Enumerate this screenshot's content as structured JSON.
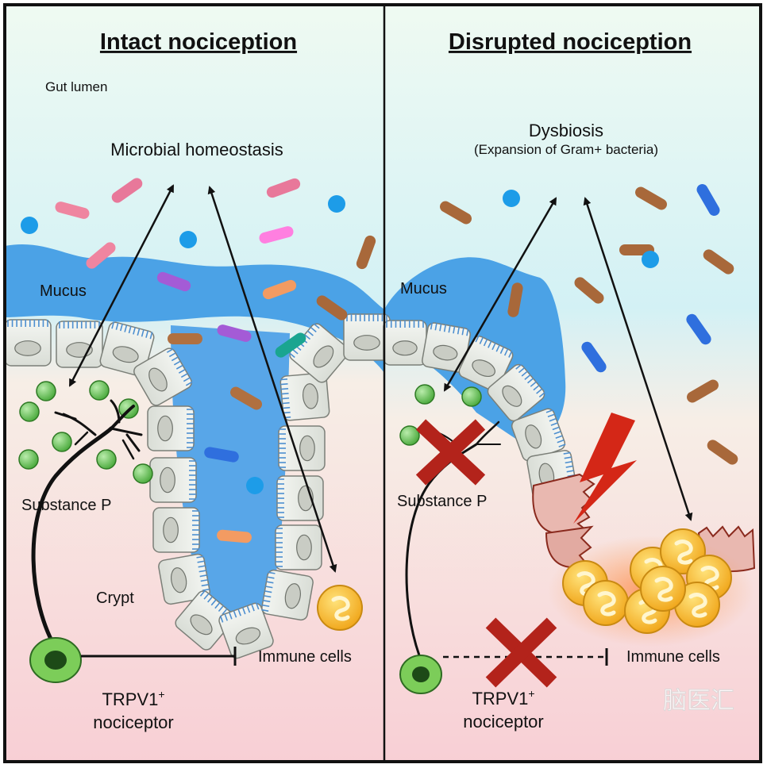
{
  "panels": {
    "left": {
      "title": "Intact nociception",
      "lumen_label": "Gut lumen",
      "microbe_label": "Microbial homeostasis",
      "mucus_label": "Mucus",
      "substance_label": "Substance P",
      "crypt_label": "Crypt",
      "immune_label": "Immune cells",
      "neuron_label_main": "TRPV1",
      "neuron_label_sup": "+",
      "neuron_label_line2": "nociceptor"
    },
    "right": {
      "title": "Disrupted nociception",
      "microbe_label": "Dysbiosis",
      "microbe_sublabel": "(Expansion of Gram+ bacteria)",
      "mucus_label": "Mucus",
      "substance_label": "Substance P",
      "immune_label": "Immune cells",
      "neuron_label_main": "TRPV1",
      "neuron_label_sup": "+",
      "neuron_label_line2": "nociceptor"
    }
  },
  "watermark": "脑医汇",
  "colors": {
    "mucus": "#3f9ae3",
    "tissue": "#f7c9cf",
    "lumen": "#e6f8f1",
    "neuron": "#57b845",
    "immune": "#f5b21c",
    "inhibition_x": "#b3231b",
    "damage": "#d42717"
  },
  "icons": [
    "bacteria-rod-icon",
    "bacteria-coccus-icon",
    "neuron-cell-body-icon",
    "immune-cell-icon",
    "substance-p-vesicle-icon",
    "inhibition-x-icon",
    "lightning-damage-icon"
  ]
}
